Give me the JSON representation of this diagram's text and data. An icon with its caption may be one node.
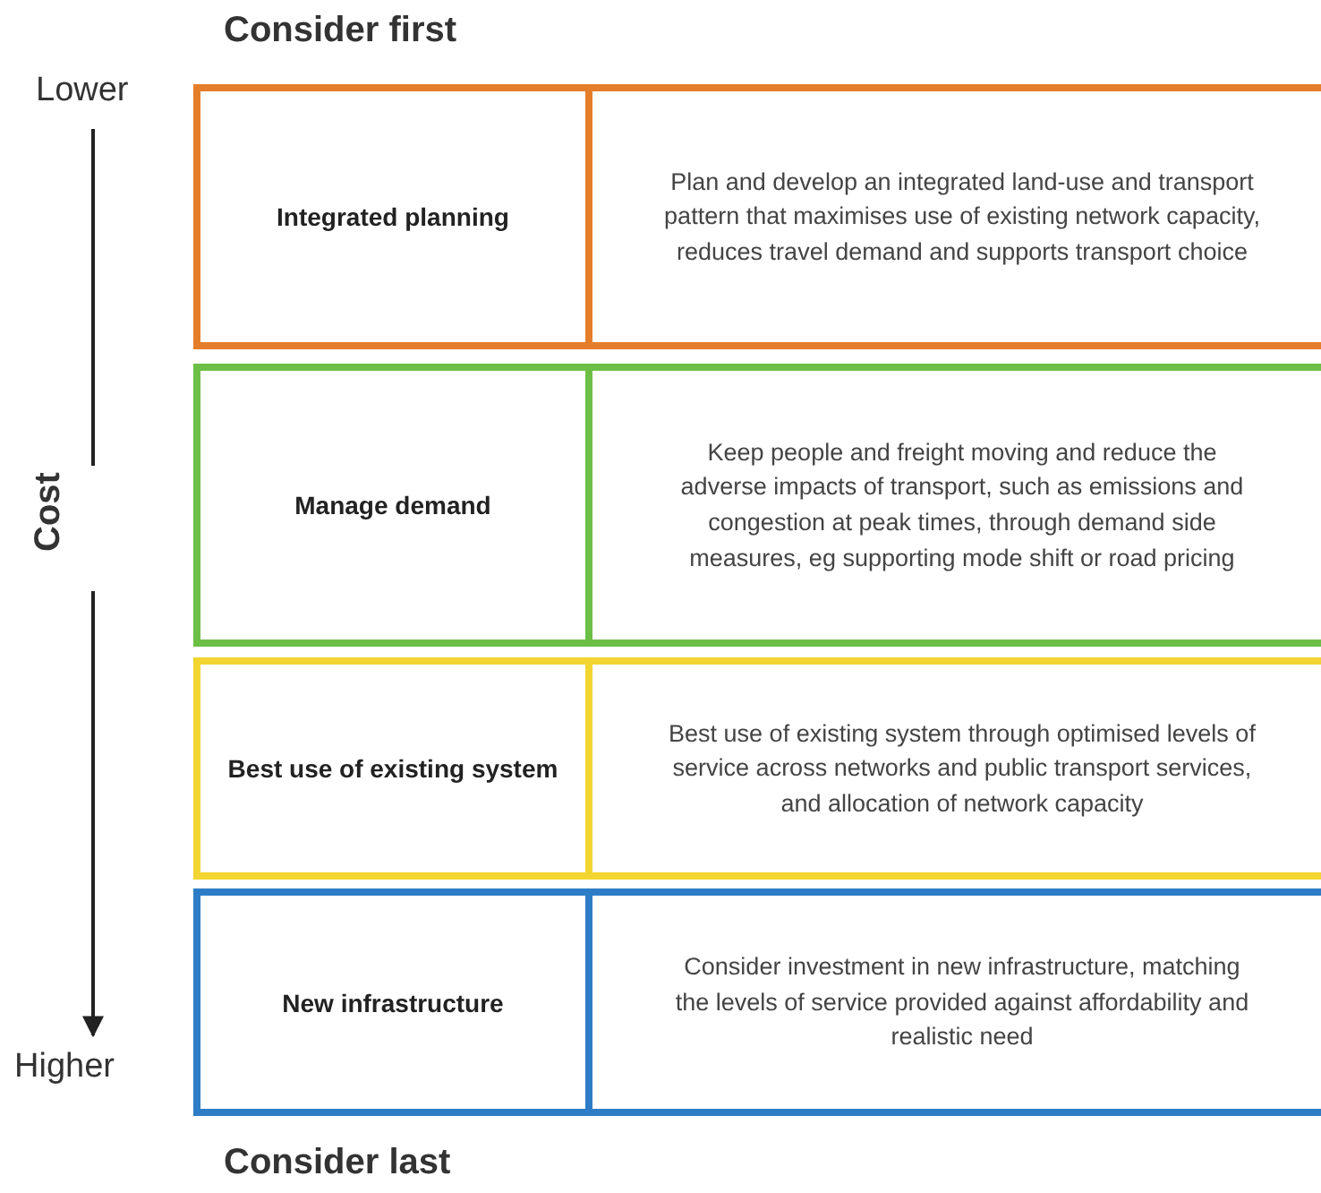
{
  "diagram": {
    "nodes": [
      {
        "text": [
          "Integrated planning",
          "Plan and develop an integrated land-use and transport pattern that maximises use of existing network capacity, reduces travel demand and supports transport choice"
        ]
      },
      {
        "text": [
          "Manage demand",
          "Keep people and freight moving and reduce the adverse impacts of transport, such as emissions and congestion at peak times, through demand side measures, eg supporting mode shift or road pricing"
        ]
      },
      {
        "text": [
          "Best use of existing system",
          "Best use of existing system through optimised levels of service across networks and public transport services, and allocation of network capacity"
        ]
      },
      {
        "text": [
          "New infrastructure",
          "Consider investment in new infrastructure, matching the levels of service provided against affordability and realistic need"
        ]
      }
    ],
    "labels": [
      "Consider first",
      "Lower",
      "Cost",
      "Higher",
      "Consider last"
    ]
  }
}
